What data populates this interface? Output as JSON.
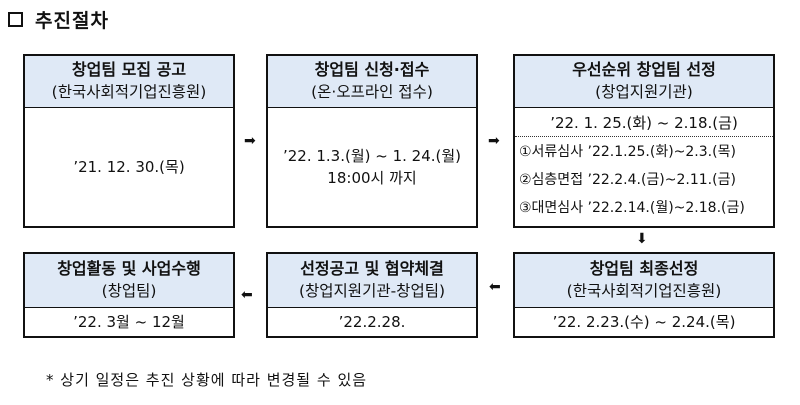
{
  "title": "추진절차",
  "boxes": {
    "b1": {
      "title": "창업팀 모집 공고",
      "subtitle": "(한국사회적기업진흥원)",
      "date": "’21. 12. 30.(목)"
    },
    "b2": {
      "title": "창업팀 신청·접수",
      "subtitle": "(온·오프라인 접수)",
      "date": "’22. 1.3.(월) ~ 1. 24.(월)",
      "time": "18:00시  까지"
    },
    "b3": {
      "title": "우선순위 창업팀 선정",
      "subtitle": "(창업지원기관)",
      "date": "’22. 1. 25.(화)   ~   2.18.(금)",
      "steps": [
        "①서류심사  ’22.1.25.(화)~2.3.(목)",
        "②심층면접  ’22.2.4.(금)~2.11.(금)",
        "③대면심사 ’22.2.14.(월)~2.18.(금)"
      ]
    },
    "b4": {
      "title": "창업팀 최종선정",
      "subtitle": "(한국사회적기업진흥원)",
      "date": "’22. 2.23.(수)   ~   2.24.(목)"
    },
    "b5": {
      "title": "선정공고 및 협약체결",
      "subtitle": "(창업지원기관-창업팀)",
      "date": "’22.2.28."
    },
    "b6": {
      "title": "창업활동 및 사업수행",
      "subtitle": "(창업팀)",
      "date": "’22. 3월 ~ 12월"
    }
  },
  "arrows": {
    "right": "➡",
    "down": "⬇",
    "left": "⬅"
  },
  "note": "* 상기 일정은 추진 상황에 따라 변경될 수 있음"
}
